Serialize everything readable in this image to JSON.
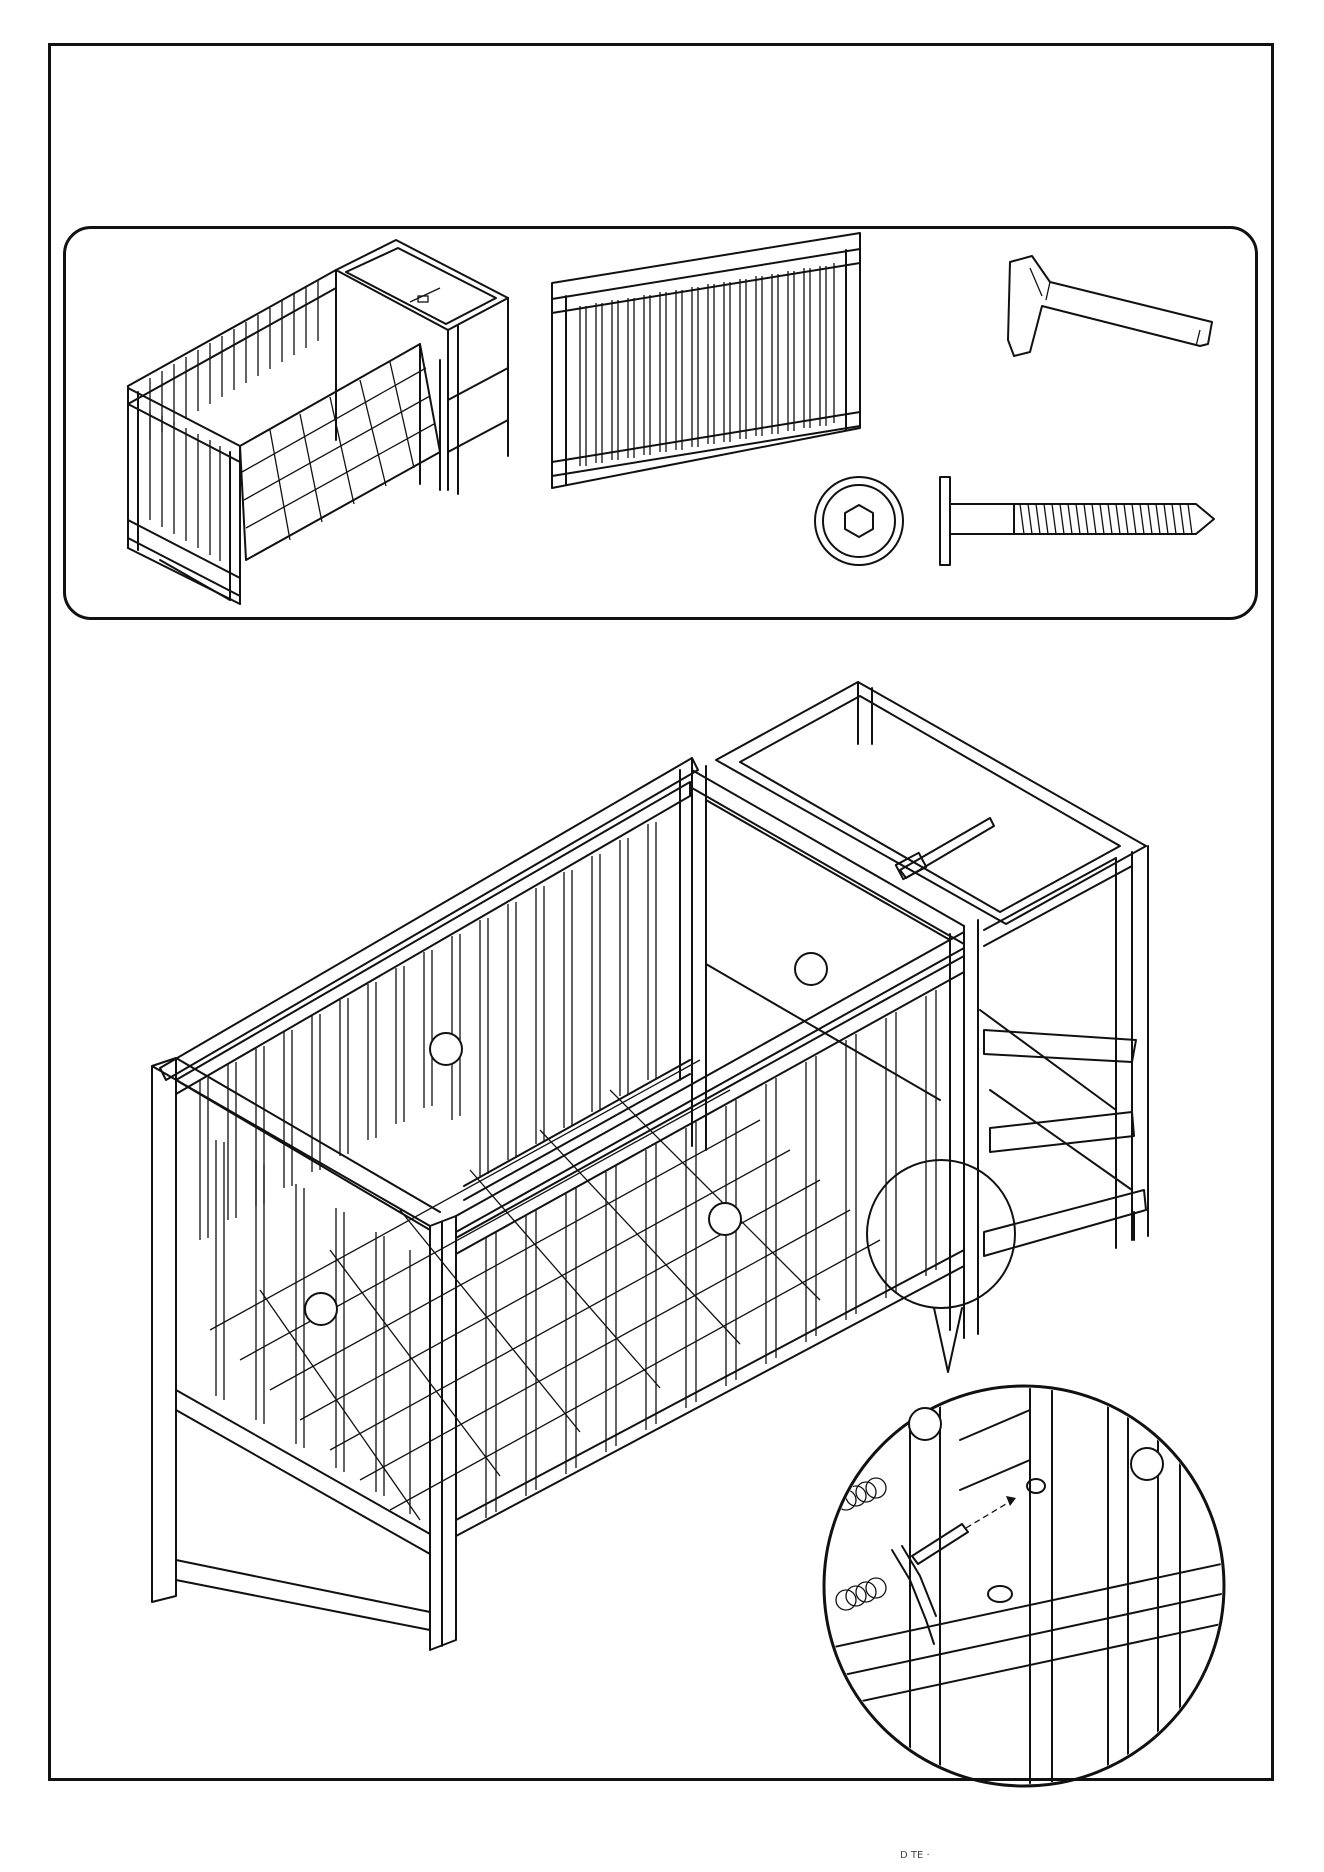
{
  "page": {
    "type": "assembly-instruction",
    "ink_color": "#111111",
    "background_color": "#ffffff"
  },
  "parts_panel": {
    "items": [
      {
        "name": "cot-bed-with-changing-unit",
        "icon": "crib-thumbnail-icon"
      },
      {
        "name": "side-rail-panel",
        "icon": "rail-panel-icon"
      },
      {
        "name": "allen-key",
        "icon": "allen-key-icon"
      },
      {
        "name": "bolt-head-top-view",
        "icon": "bolt-head-icon"
      },
      {
        "name": "long-bolt",
        "icon": "bolt-icon"
      }
    ]
  },
  "main_illustration": {
    "callout_circles": 4,
    "detail_circles": 2
  },
  "footer_text": "D TE ·"
}
